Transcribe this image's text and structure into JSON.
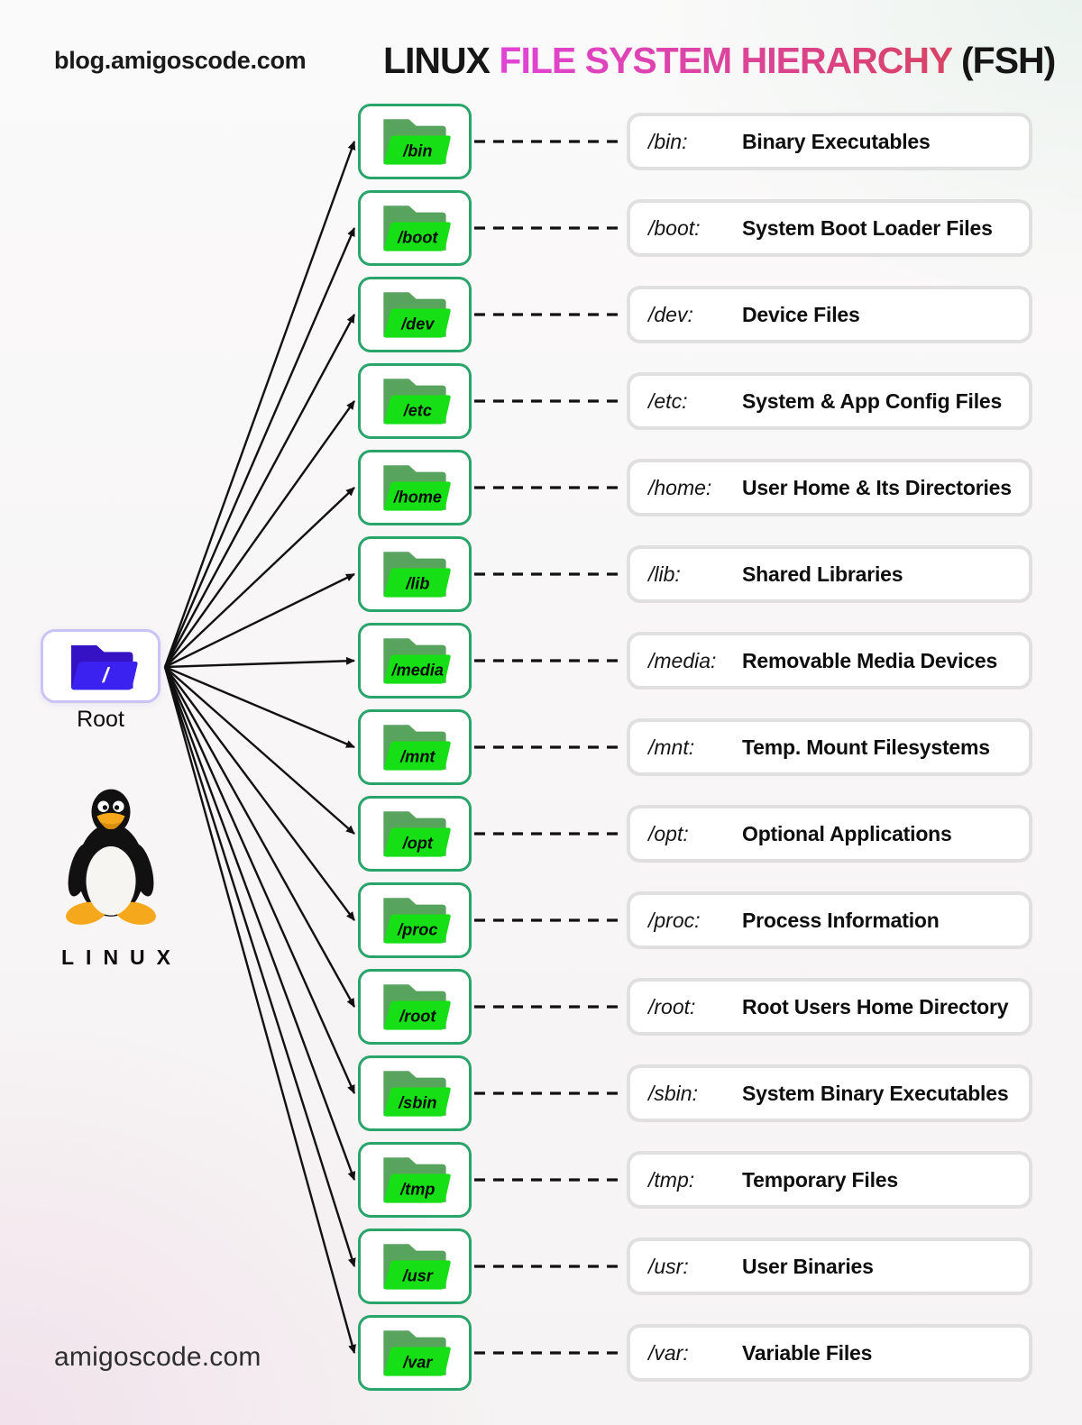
{
  "header": {
    "brand": "blog.amigoscode.com",
    "title_prefix": "LINUX ",
    "title_highlight": "FILE SYSTEM HIERARCHY",
    "title_suffix": " (FSH)"
  },
  "root": {
    "folder_label": "/",
    "caption": "Root"
  },
  "penguin": {
    "caption": "LINUX"
  },
  "footer": {
    "brand": "amigoscode.com"
  },
  "entries": [
    {
      "name": "bin",
      "folder_label": "/bin",
      "path_label": "/bin:",
      "description": "Binary Executables"
    },
    {
      "name": "boot",
      "folder_label": "/boot",
      "path_label": "/boot:",
      "description": "System Boot Loader Files"
    },
    {
      "name": "dev",
      "folder_label": "/dev",
      "path_label": "/dev:",
      "description": "Device Files"
    },
    {
      "name": "etc",
      "folder_label": "/etc",
      "path_label": "/etc:",
      "description": "System & App Config Files"
    },
    {
      "name": "home",
      "folder_label": "/home",
      "path_label": "/home:",
      "description": "User Home & Its Directories"
    },
    {
      "name": "lib",
      "folder_label": "/lib",
      "path_label": "/lib:",
      "description": "Shared Libraries"
    },
    {
      "name": "media",
      "folder_label": "/media",
      "path_label": "/media:",
      "description": "Removable Media Devices"
    },
    {
      "name": "mnt",
      "folder_label": "/mnt",
      "path_label": "/mnt:",
      "description": "Temp. Mount Filesystems"
    },
    {
      "name": "opt",
      "folder_label": "/opt",
      "path_label": "/opt:",
      "description": "Optional Applications"
    },
    {
      "name": "proc",
      "folder_label": "/proc",
      "path_label": "/proc:",
      "description": "Process Information"
    },
    {
      "name": "root",
      "folder_label": "/root",
      "path_label": "/root:",
      "description": "Root Users Home Directory"
    },
    {
      "name": "sbin",
      "folder_label": "/sbin",
      "path_label": "/sbin:",
      "description": "System Binary Executables"
    },
    {
      "name": "tmp",
      "folder_label": "/tmp",
      "path_label": "/tmp:",
      "description": "Temporary Files"
    },
    {
      "name": "usr",
      "folder_label": "/usr",
      "path_label": "/usr:",
      "description": "User Binaries"
    },
    {
      "name": "var",
      "folder_label": "/var",
      "path_label": "/var:",
      "description": "Variable Files"
    }
  ],
  "colors": {
    "title_gradient_start": "#e044d6",
    "title_gradient_end": "#d84363",
    "folder_border": "#2aa56a",
    "folder_back": "#58a45e",
    "folder_front": "#16df16",
    "root_border": "#c9c4f5",
    "root_back": "#3512c4",
    "root_front": "#3b22f0",
    "desc_border": "#e0e0e0",
    "line_color": "#111111",
    "text_color": "#111111"
  }
}
